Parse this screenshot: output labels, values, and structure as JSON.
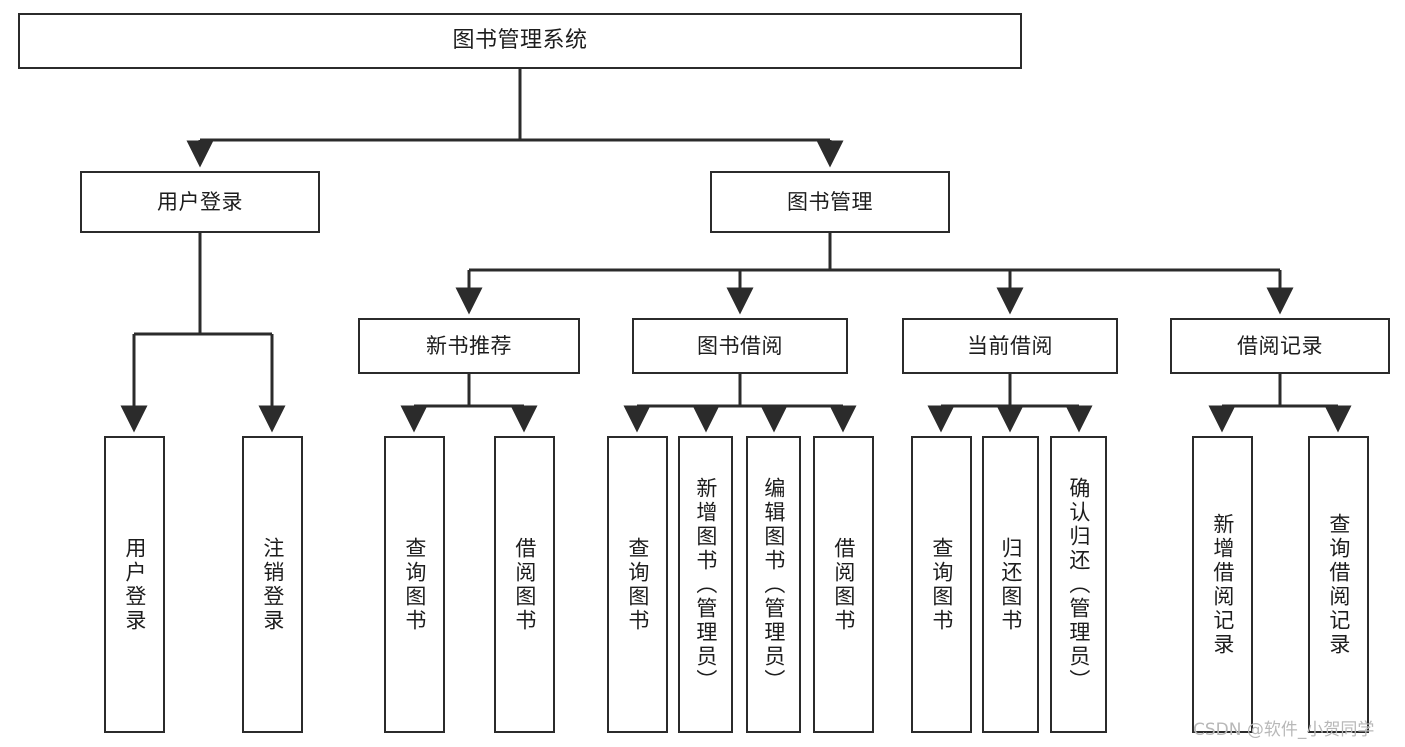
{
  "diagram": {
    "title": "图书管理系统",
    "type": "hierarchy-tree",
    "watermark": "CSDN @软件_小贺同学",
    "colors": {
      "background": "#ffffff",
      "node_border": "#2b2b2b",
      "node_fill": "#ffffff",
      "edge": "#2b2b2b",
      "text": "#1d1d1d",
      "watermark": "#b8b8b8"
    }
  },
  "nodes": {
    "root": {
      "label": "图书管理系统",
      "level": 1
    },
    "level2": [
      {
        "id": "user-login",
        "label": "用户登录",
        "level": 2
      },
      {
        "id": "book-manage",
        "label": "图书管理",
        "level": 2
      }
    ],
    "level3": [
      {
        "id": "new-book-recommend",
        "label": "新书推荐",
        "level": 3
      },
      {
        "id": "book-borrow",
        "label": "图书借阅",
        "level": 3
      },
      {
        "id": "current-borrow",
        "label": "当前借阅",
        "level": 3
      },
      {
        "id": "borrow-record",
        "label": "借阅记录",
        "level": 3
      }
    ],
    "leaves": [
      {
        "id": "leaf-user-login",
        "label": "用户登录",
        "parent": "user-login"
      },
      {
        "id": "leaf-user-logout",
        "label": "注销登录",
        "parent": "user-login"
      },
      {
        "id": "leaf-query-book-1",
        "label": "查询图书",
        "parent": "new-book-recommend"
      },
      {
        "id": "leaf-borrow-book-1",
        "label": "借阅图书",
        "parent": "new-book-recommend"
      },
      {
        "id": "leaf-query-book-2",
        "label": "查询图书",
        "parent": "book-borrow"
      },
      {
        "id": "leaf-add-book",
        "label": "新增图书（管理员）",
        "parent": "book-borrow"
      },
      {
        "id": "leaf-edit-book",
        "label": "编辑图书（管理员）",
        "parent": "book-borrow"
      },
      {
        "id": "leaf-borrow-book-2",
        "label": "借阅图书",
        "parent": "book-borrow"
      },
      {
        "id": "leaf-query-book-3",
        "label": "查询图书",
        "parent": "current-borrow"
      },
      {
        "id": "leaf-return-book",
        "label": "归还图书",
        "parent": "current-borrow"
      },
      {
        "id": "leaf-confirm-return",
        "label": "确认归还（管理员）",
        "parent": "current-borrow"
      },
      {
        "id": "leaf-add-record",
        "label": "新增借阅记录",
        "parent": "borrow-record"
      },
      {
        "id": "leaf-query-record",
        "label": "查询借阅记录",
        "parent": "borrow-record"
      }
    ]
  }
}
